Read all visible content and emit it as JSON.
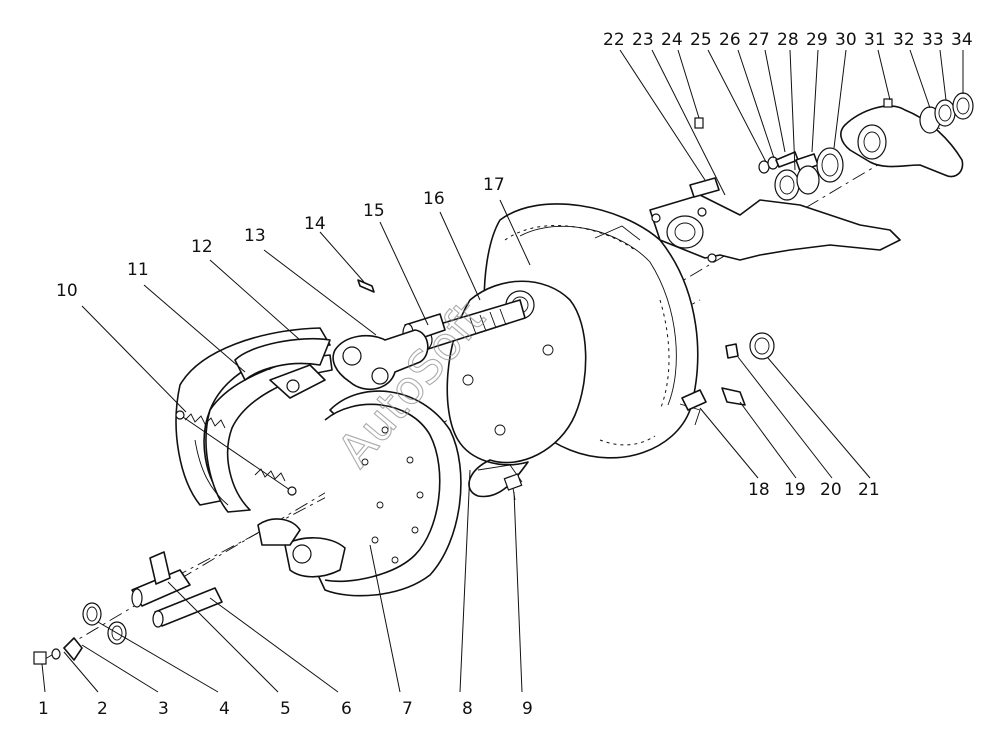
{
  "labels": [
    "1",
    "2",
    "3",
    "4",
    "5",
    "6",
    "7",
    "8",
    "9",
    "10",
    "11",
    "12",
    "13",
    "14",
    "15",
    "16",
    "17",
    "18",
    "19",
    "20",
    "21",
    "22",
    "23",
    "24",
    "25",
    "26",
    "27",
    "28",
    "29",
    "30",
    "31",
    "32",
    "33",
    "34"
  ],
  "watermark": "AutoSoft"
}
